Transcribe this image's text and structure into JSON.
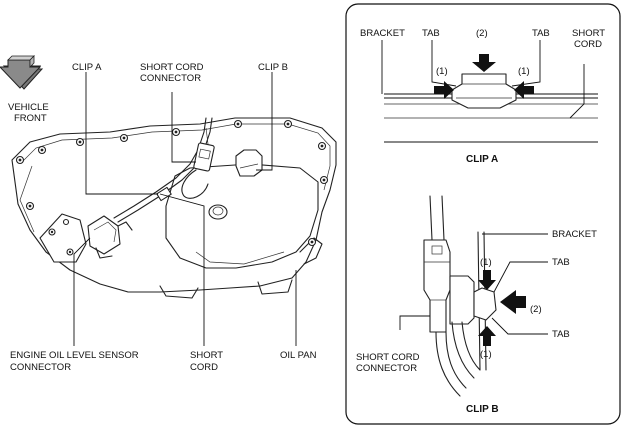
{
  "labels": {
    "vehicle_front_1": "VEHICLE",
    "vehicle_front_2": "FRONT",
    "clip_a": "CLIP A",
    "short_cord_connector_1": "SHORT CORD",
    "short_cord_connector_2": "CONNECTOR",
    "clip_b": "CLIP B",
    "engine_oil_1": "ENGINE OIL LEVEL SENSOR",
    "engine_oil_2": "CONNECTOR",
    "short_cord_1": "SHORT",
    "short_cord_2": "CORD",
    "oil_pan": "OIL PAN"
  },
  "detail_a": {
    "bracket": "BRACKET",
    "tab_left": "TAB",
    "step_2": "(2)",
    "tab_right": "TAB",
    "short_cord_1": "SHORT",
    "short_cord_2": "CORD",
    "step_1_left": "(1)",
    "step_1_right": "(1)",
    "caption": "CLIP A"
  },
  "detail_b": {
    "bracket": "BRACKET",
    "step_1_top": "(1)",
    "tab_top": "TAB",
    "step_2": "(2)",
    "tab_bottom": "TAB",
    "step_1_bottom": "(1)",
    "short_cord_connector_1": "SHORT CORD",
    "short_cord_connector_2": "CONNECTOR",
    "caption": "CLIP B"
  }
}
